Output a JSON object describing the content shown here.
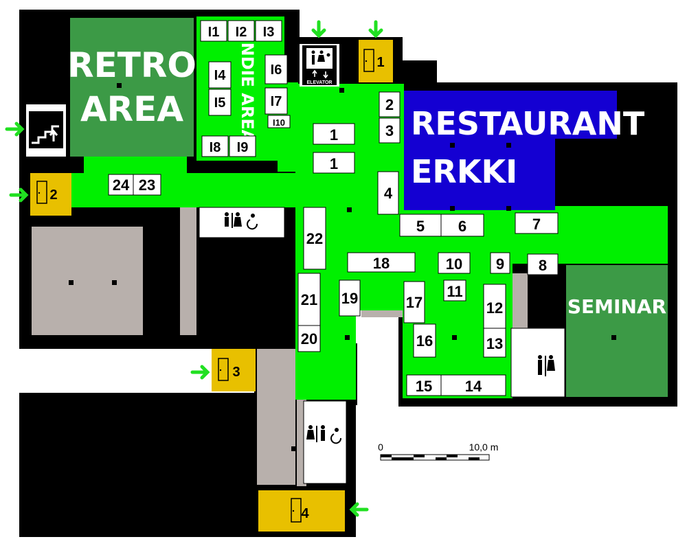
{
  "areas": {
    "retro": [
      "RETRO",
      "AREA"
    ],
    "indie": "INDIE AREA",
    "restaurant": [
      "RESTAURANT",
      "ERKKI"
    ],
    "seminar": "SEMINAR"
  },
  "elevator_label": "ELEVATOR",
  "booths": {
    "b1a": "1",
    "b1b": "1",
    "b2": "2",
    "b3": "3",
    "b4": "4",
    "b5": "5",
    "b6": "6",
    "b7": "7",
    "b8": "8",
    "b9": "9",
    "b10": "10",
    "b11": "11",
    "b12": "12",
    "b13": "13",
    "b14": "14",
    "b15": "15",
    "b16": "16",
    "b17": "17",
    "b18": "18",
    "b19": "19",
    "b20": "20",
    "b21": "21",
    "b22": "22",
    "b23": "23",
    "b24": "24"
  },
  "indie_booths": {
    "i1": "I1",
    "i2": "I2",
    "i3": "I3",
    "i4": "I4",
    "i5": "I5",
    "i6": "I6",
    "i7": "I7",
    "i8": "I8",
    "i9": "I9",
    "i10": "I10"
  },
  "doors": {
    "d1": "1",
    "d2": "2",
    "d3": "3",
    "d4": "4"
  },
  "scale_bar": {
    "start": "0",
    "end": "10,0 m"
  },
  "colors": {
    "floor": "#00f000",
    "wall": "#000000",
    "retro_zone": "#3c9a46",
    "seminar_zone": "#3c9a46",
    "restaurant": "#1400d2",
    "door": "#e8c000",
    "service": "#b8b0ac",
    "entrance_arrow": "#21e021"
  },
  "icons": {
    "stairs": "stairs-icon",
    "elevator": "elevator-icon",
    "toilet": "toilet-icon",
    "door": "door-icon",
    "arrow": "entrance-arrow-icon"
  }
}
